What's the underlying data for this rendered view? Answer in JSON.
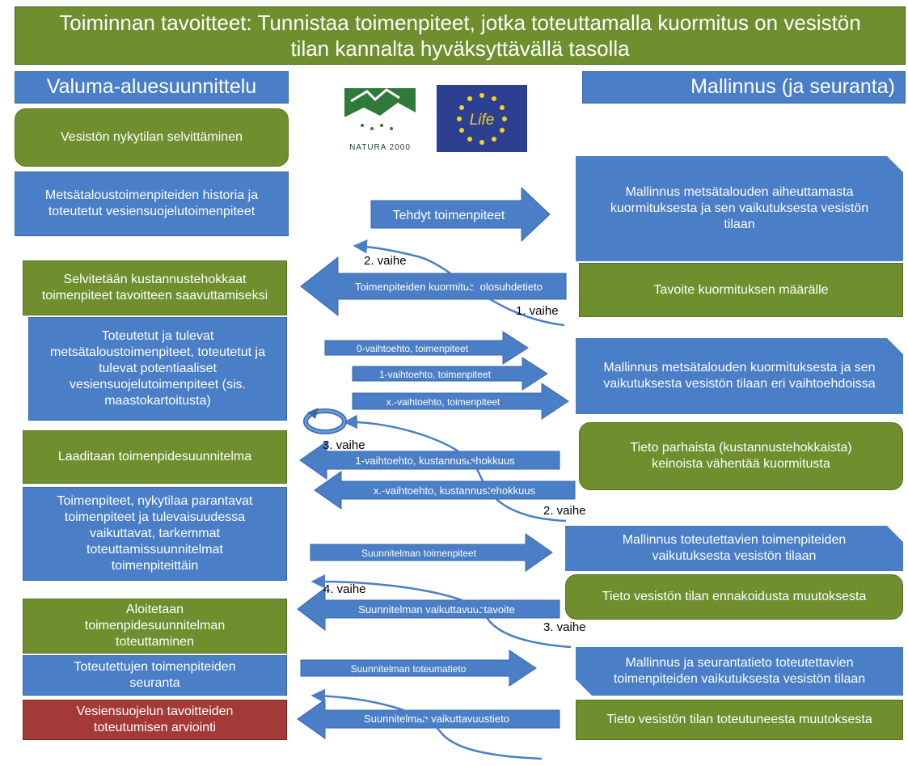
{
  "header": {
    "line1": "Toiminnan tavoitteet:  Tunnistaa toimenpiteet, jotka toteuttamalla kuormitus on vesistön",
    "line2": "tilan kannalta hyväksyttävällä tasolla"
  },
  "left_title": "Valuma-aluesuunnittelu",
  "right_title": "Mallinnus (ja seuranta)",
  "logos": {
    "natura": "NATURA 2000",
    "life": "Life"
  },
  "left": [
    "Vesistön nykytilan selvittäminen",
    "Metsätaloustoimenpiteiden historia ja toteutetut vesiensuojelutoimenpiteet",
    "Selvitetään kustannustehokkaat toimenpiteet tavoitteen saavuttamiseksi",
    "Toteutetut ja tulevat metsätaloustoimenpiteet, toteutetut ja tulevat potentiaaliset vesiensuojelutoimenpiteet (sis. maastokartoitusta)",
    "Laaditaan toimenpidesuunnitelma",
    "Toimenpiteet, nykytilaa parantavat toimenpiteet ja tulevaisuudessa vaikuttavat, tarkemmat toteuttamissuunnitelmat toimenpiteittäin",
    "Aloitetaan toimenpidesuunnitelman toteuttaminen",
    "Toteutettujen toimenpiteiden seuranta",
    "Vesiensuojelun tavoitteiden toteutumisen arviointi"
  ],
  "right": [
    "Mallinnus metsätalouden aiheuttamasta kuormituksesta ja sen vaikutuksesta vesistön tilaan",
    "Tavoite kuormituksen määrälle",
    "Mallinnus metsätalouden kuormituksesta ja sen vaikutuksesta vesistön tilaan eri vaihtoehdoissa",
    "Tieto parhaista (kustannustehokkaista) keinoista vähentää kuormitusta",
    "Mallinnus  toteutettavien toimenpiteiden vaikutuksesta vesistön tilaan",
    "Tieto vesistön tilan ennakoidusta muutoksesta",
    "Mallinnus ja seurantatieto  toteutettavien toimenpiteiden vaikutuksesta vesistön tilaan",
    "Tieto vesistön tilan toteutuneesta muutoksesta"
  ],
  "arrows": {
    "tehdyt": "Tehdyt toimenpiteet",
    "kuormitus": "Toimenpiteiden kuormitus, olosuhdetieto",
    "v0": "0-vaihtoehto, toimenpiteet",
    "v1": "1-vaihtoehto, toimenpiteet",
    "vx": "x.-vaihtoehto, toimenpiteet",
    "k1": "1-vaihtoehto, kustannustehokkuus",
    "kx": "x.-vaihtoehto, kustannustehokkuus",
    "suunn_toim": "Suunnitelman toimenpiteet",
    "suunn_tavoite": "Suunnitelman vaikuttavuustavoite",
    "suunn_toteuma": "Suunnitelman toteumatieto",
    "suunn_tieto": "Suunnitelman vaikuttavuustieto"
  },
  "phases": {
    "p2a": "2. vaihe",
    "p1": "1. vaihe",
    "p3a": "3. vaihe",
    "p2b": "2. vaihe",
    "p4": "4. vaihe",
    "p3b": "3. vaihe"
  }
}
